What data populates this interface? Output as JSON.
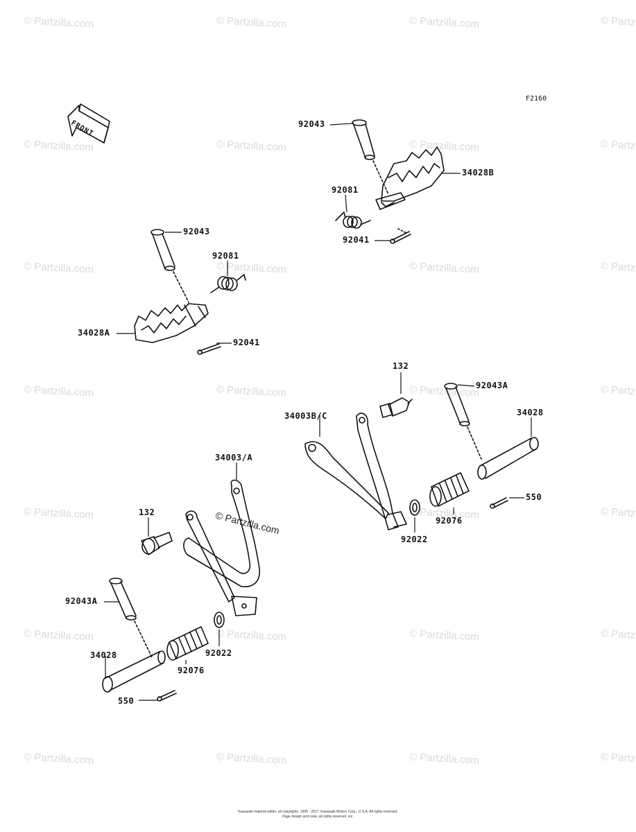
{
  "figure_code": "F2160",
  "front_arrow_label": "FRONT",
  "watermark_text": "© Partzilla.com",
  "center_watermark": "© Partzilla.com",
  "copyright": {
    "line1": "Kawasaki material within, all copyrights, 1995 - 2017, Kawasaki Motors Corp., U.S.A. All rights reserved.",
    "line2": "Page design and code, all rights reserved, inc."
  },
  "callouts": {
    "top_right_pin": "92043",
    "top_right_spring": "92081",
    "top_right_cotter": "92041",
    "top_right_peg": "34028B",
    "left_pin": "92043",
    "left_spring": "92081",
    "left_cotter": "92041",
    "left_peg": "34028A",
    "rr_bolt": "132",
    "rr_pin": "92043A",
    "rr_bracket": "34003B/C",
    "rr_shaft": "34028",
    "rr_cotter": "550",
    "rr_washer": "92022",
    "rr_rubber": "92076",
    "rl_bracket": "34003/A",
    "rl_bolt": "132",
    "rl_pin": "92043A",
    "rl_shaft": "34028",
    "rl_rubber": "92076",
    "rl_washer": "92022",
    "rl_cotter": "550"
  }
}
